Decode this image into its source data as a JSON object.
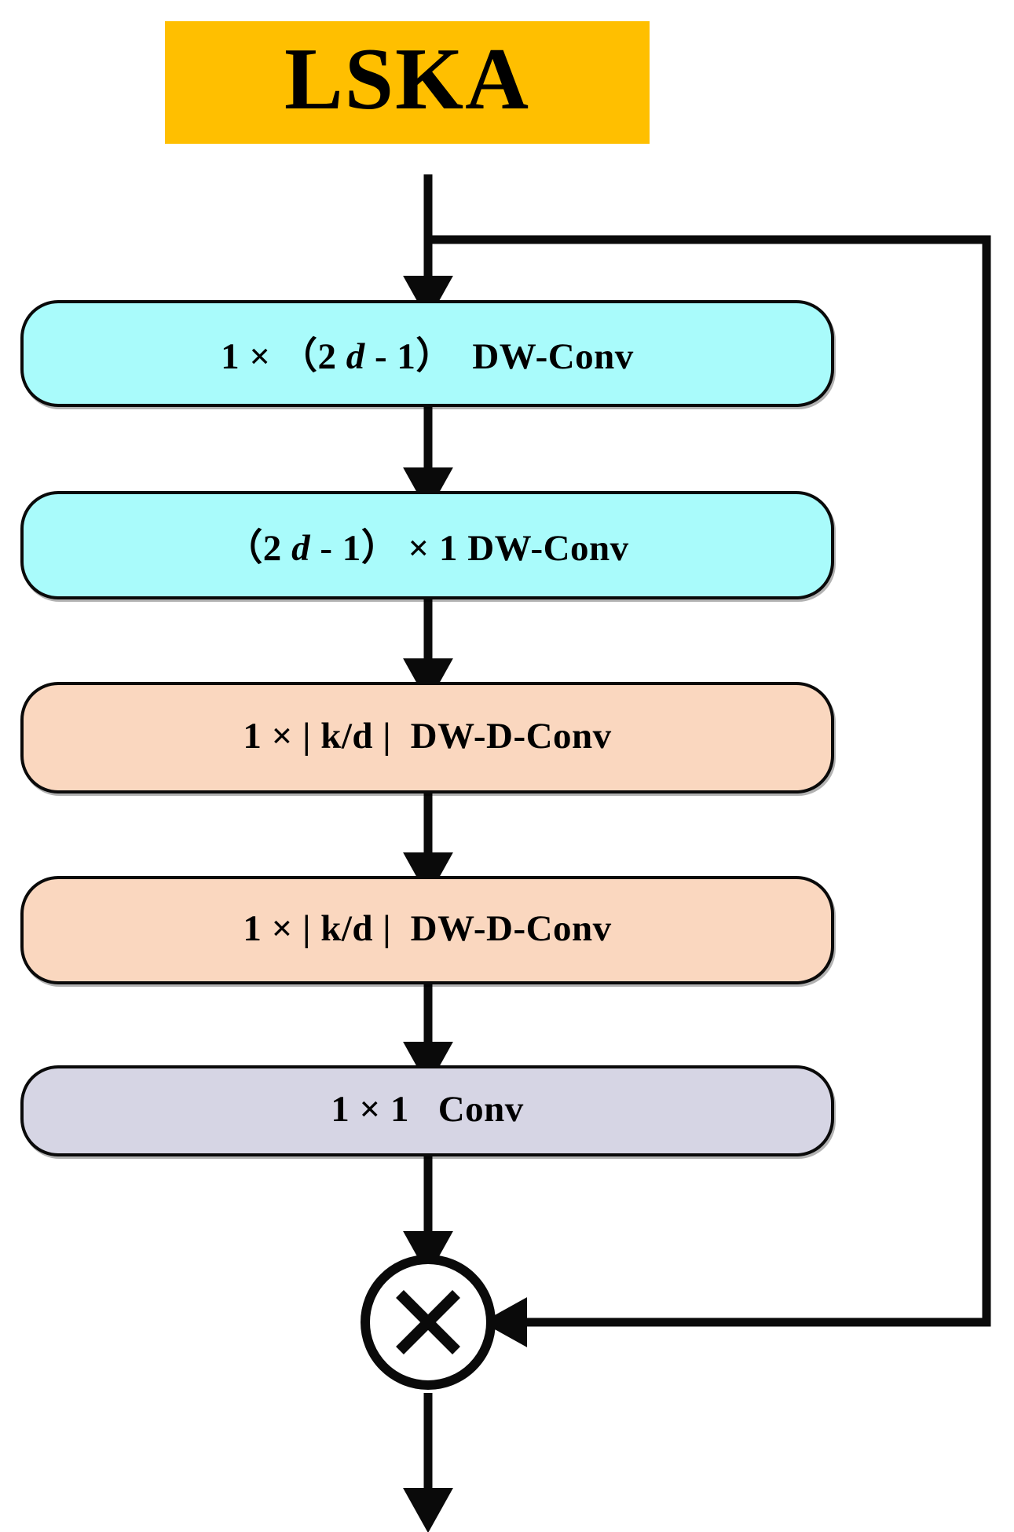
{
  "title": {
    "label": "LSKA",
    "background_color": "#FFBF00",
    "text_color": "#000000"
  },
  "diagram": {
    "name": "LSKA block",
    "type": "flowchart",
    "background_color": "#FFFFFF",
    "stroke_color": "#0A0A0A",
    "blocks": [
      {
        "id": "dwconv-h",
        "label_prefix": "1 × （2 ",
        "label_var": "d",
        "label_suffix": " - 1）  DW-Conv",
        "label_plain": "1 × （2 d - 1）  DW-Conv",
        "color": "#A9FBFB",
        "kind": "dw-conv"
      },
      {
        "id": "dwconv-v",
        "label_prefix": "（2 ",
        "label_var": "d",
        "label_suffix": " - 1） × 1 DW-Conv",
        "label_plain": "（2 d - 1） × 1 DW-Conv",
        "color": "#A9FBFB",
        "kind": "dw-conv"
      },
      {
        "id": "dwdconv-1",
        "label_prefix": "1 × | k/d |  DW-D-Conv",
        "label_var": "",
        "label_suffix": "",
        "label_plain": "1 × | k/d |  DW-D-Conv",
        "color": "#FAD7BF",
        "kind": "dw-d-conv"
      },
      {
        "id": "dwdconv-2",
        "label_prefix": "1 × | k/d |  DW-D-Conv",
        "label_var": "",
        "label_suffix": "",
        "label_plain": "1 × | k/d |  DW-D-Conv",
        "color": "#FAD7BF",
        "kind": "dw-d-conv"
      },
      {
        "id": "conv11",
        "label_prefix": "1 × 1   Conv",
        "label_var": "",
        "label_suffix": "",
        "label_plain": "1 × 1   Conv",
        "color": "#D6D5E4",
        "kind": "conv"
      }
    ],
    "operator_node": {
      "id": "multiply",
      "symbol": "×",
      "name": "element-wise multiply"
    },
    "connections": [
      {
        "from": "input",
        "to": "dwconv-h",
        "style": "arrow"
      },
      {
        "from": "dwconv-h",
        "to": "dwconv-v",
        "style": "arrow"
      },
      {
        "from": "dwconv-v",
        "to": "dwdconv-1",
        "style": "arrow"
      },
      {
        "from": "dwdconv-1",
        "to": "dwdconv-2",
        "style": "arrow"
      },
      {
        "from": "dwdconv-2",
        "to": "conv11",
        "style": "arrow"
      },
      {
        "from": "conv11",
        "to": "multiply",
        "style": "arrow"
      },
      {
        "from": "input",
        "to": "multiply",
        "style": "skip-connection-right"
      },
      {
        "from": "multiply",
        "to": "output",
        "style": "arrow"
      }
    ]
  }
}
